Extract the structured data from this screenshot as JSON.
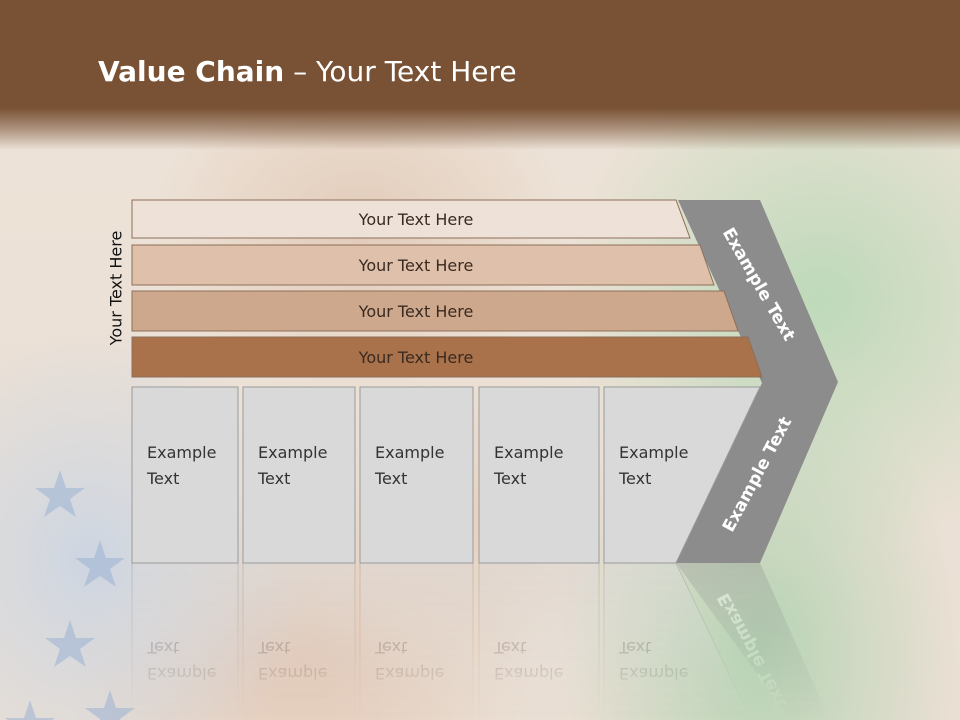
{
  "slide": {
    "title_bold": "Value Chain",
    "title_rest": " – Your Text Here",
    "side_label": "Your Text Here"
  },
  "bars": [
    {
      "label": "Your Text Here",
      "fill": "#ede1d8"
    },
    {
      "label": "Your Text Here",
      "fill": "#dfc0ab"
    },
    {
      "label": "Your Text Here",
      "fill": "#cda88d"
    },
    {
      "label": "Your Text Here",
      "fill": "#a9724b"
    }
  ],
  "boxes": [
    {
      "line1": "Example",
      "line2": "Text"
    },
    {
      "line1": "Example",
      "line2": "Text"
    },
    {
      "line1": "Example",
      "line2": "Text"
    },
    {
      "line1": "Example",
      "line2": "Text"
    },
    {
      "line1": "Example",
      "line2": "Text"
    }
  ],
  "arrow": {
    "upper_label": "Example Text",
    "lower_label": "Example Text",
    "fill": "#8c8c8c"
  },
  "colors": {
    "header": "#795235",
    "box_fill": "#d9d9d9",
    "box_stroke": "#9a9a9a"
  }
}
